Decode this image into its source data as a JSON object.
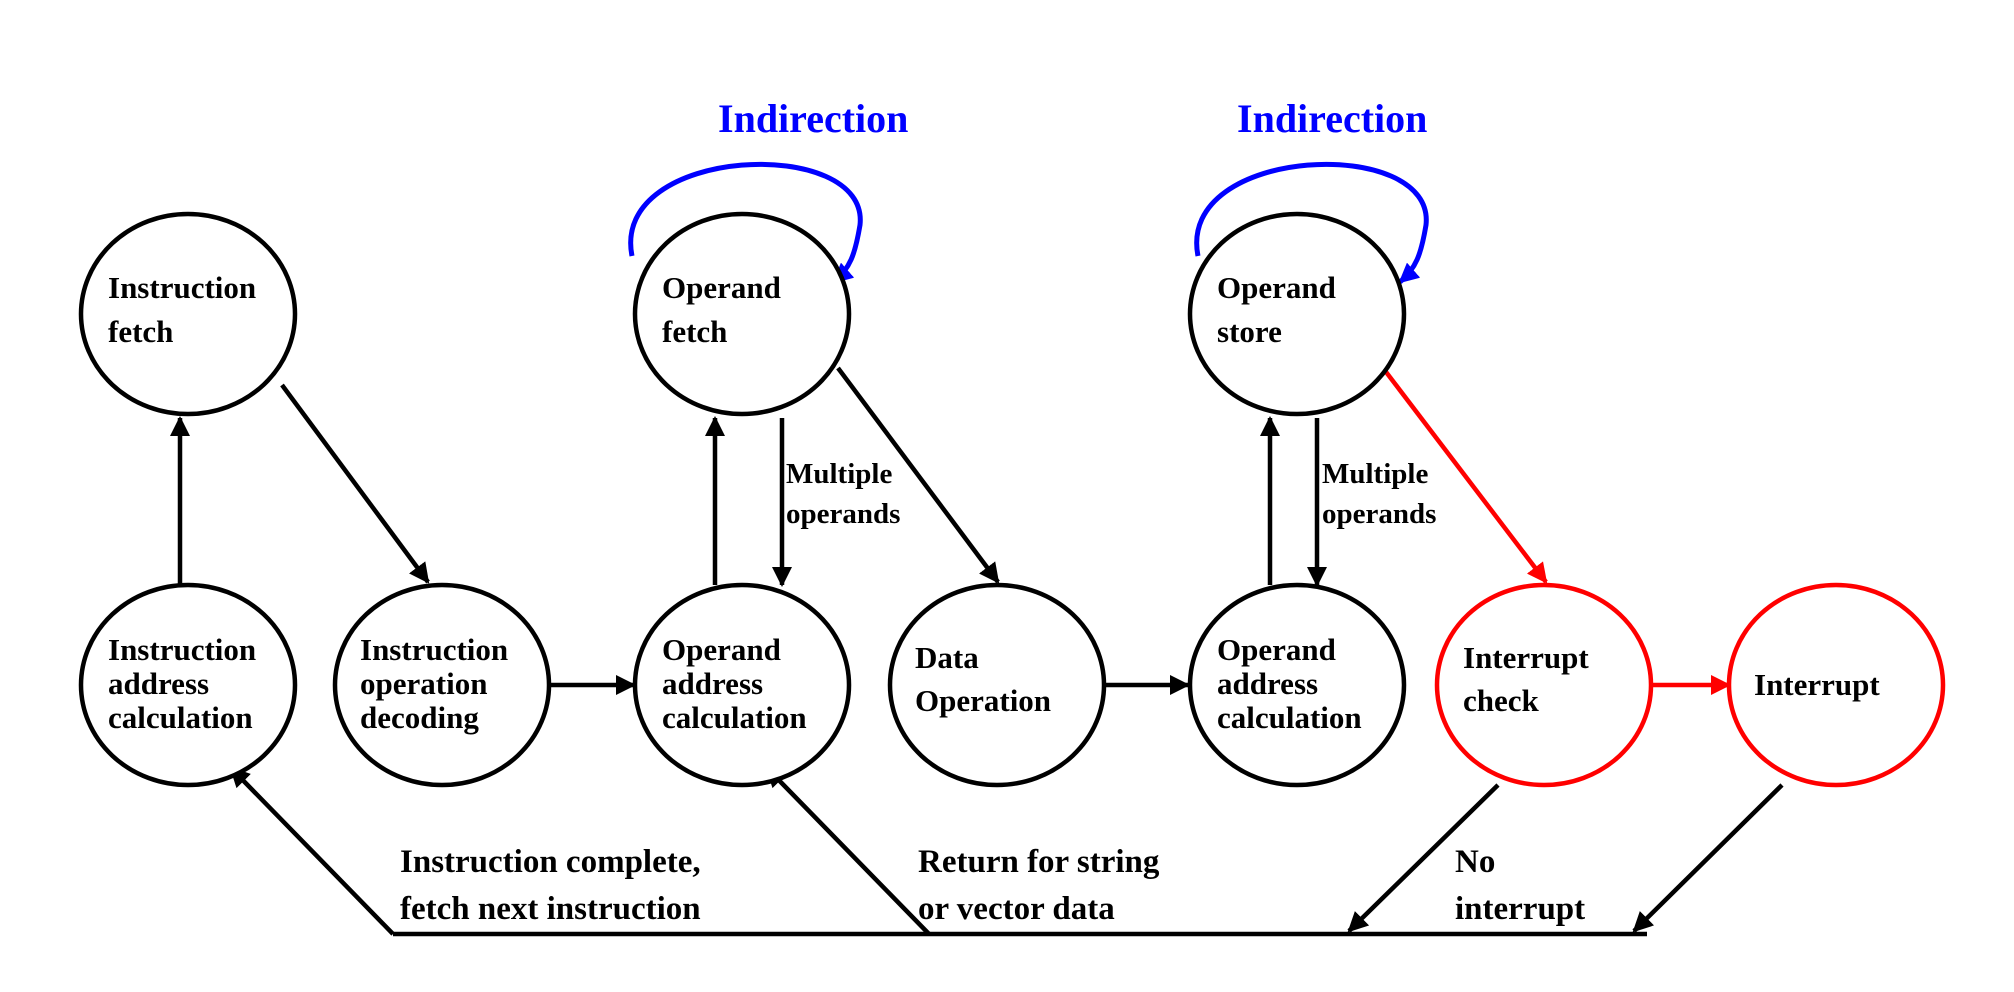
{
  "colors": {
    "default": "#000000",
    "interrupt": "#ff0000",
    "indirection": "#0000ff"
  },
  "nodes": {
    "instruction_fetch": [
      "Instruction",
      "fetch"
    ],
    "instruction_address_calculation": [
      "Instruction",
      "address",
      "calculation"
    ],
    "instruction_operation_decoding": [
      "Instruction",
      "operation",
      "decoding"
    ],
    "operand_fetch": [
      "Operand",
      "fetch"
    ],
    "operand_address_calculation_fetch": [
      "Operand",
      "address",
      "calculation"
    ],
    "data_operation": [
      "Data",
      "Operation"
    ],
    "operand_store": [
      "Operand",
      "store"
    ],
    "operand_address_calculation_store": [
      "Operand",
      "address",
      "calculation"
    ],
    "interrupt_check": [
      "Interrupt",
      "check"
    ],
    "interrupt": [
      "Interrupt"
    ]
  },
  "labels": {
    "indirection_fetch": "Indirection",
    "indirection_store": "Indirection",
    "multiple_operands_fetch": [
      "Multiple",
      "operands"
    ],
    "multiple_operands_store": [
      "Multiple",
      "operands"
    ],
    "instruction_complete": [
      "Instruction complete,",
      "fetch next instruction"
    ],
    "return_string": [
      "Return for string",
      "or vector data"
    ],
    "no_interrupt": [
      "No",
      "interrupt"
    ]
  }
}
